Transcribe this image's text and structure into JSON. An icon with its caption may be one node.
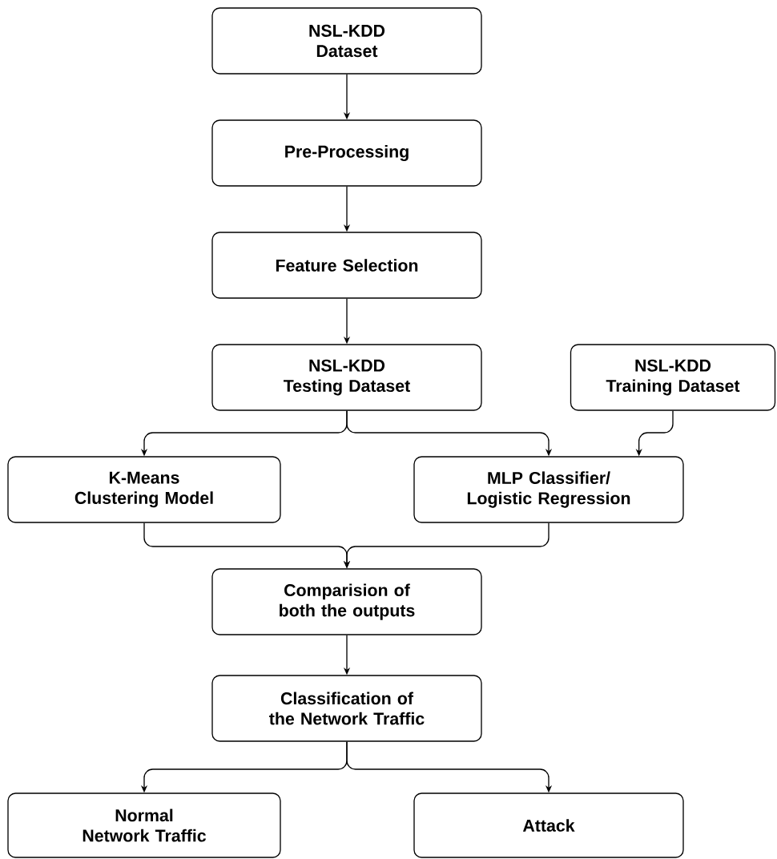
{
  "diagram": {
    "nodes": [
      {
        "text": [
          "NSL-KDD Dataset"
        ]
      },
      {
        "text": [
          "Pre-Processing"
        ]
      },
      {
        "text": [
          "Feature Selection"
        ]
      },
      {
        "text": [
          "NSL-KDD Testing Dataset"
        ]
      },
      {
        "text": [
          "NSL-KDD Training Dataset"
        ]
      },
      {
        "text": [
          "K-Means Clustering Model"
        ]
      },
      {
        "text": [
          "MLP Classifier/ Logistic Regression"
        ]
      },
      {
        "text": [
          "Comparision of both the outputs"
        ]
      },
      {
        "text": [
          "Classification of the Network Traffic"
        ]
      },
      {
        "text": [
          "Normal Network Traffic"
        ]
      },
      {
        "text": [
          "Attack"
        ]
      }
    ],
    "edges": [
      {
        "from": 0,
        "to": 1,
        "arrow": "to"
      },
      {
        "from": 1,
        "to": 2,
        "arrow": "to"
      },
      {
        "from": 2,
        "to": 3,
        "arrow": "to"
      },
      {
        "from": 3,
        "to": 5,
        "arrow": "to"
      },
      {
        "from": 3,
        "to": 6,
        "arrow": "to"
      },
      {
        "from": 4,
        "to": 6,
        "arrow": "to"
      },
      {
        "from": 5,
        "to": 7,
        "arrow": "to"
      },
      {
        "from": 6,
        "to": 7,
        "arrow": "to"
      },
      {
        "from": 7,
        "to": 8,
        "arrow": "to"
      },
      {
        "from": 8,
        "to": 9,
        "arrow": "to"
      },
      {
        "from": 8,
        "to": 10,
        "arrow": "to"
      }
    ]
  }
}
